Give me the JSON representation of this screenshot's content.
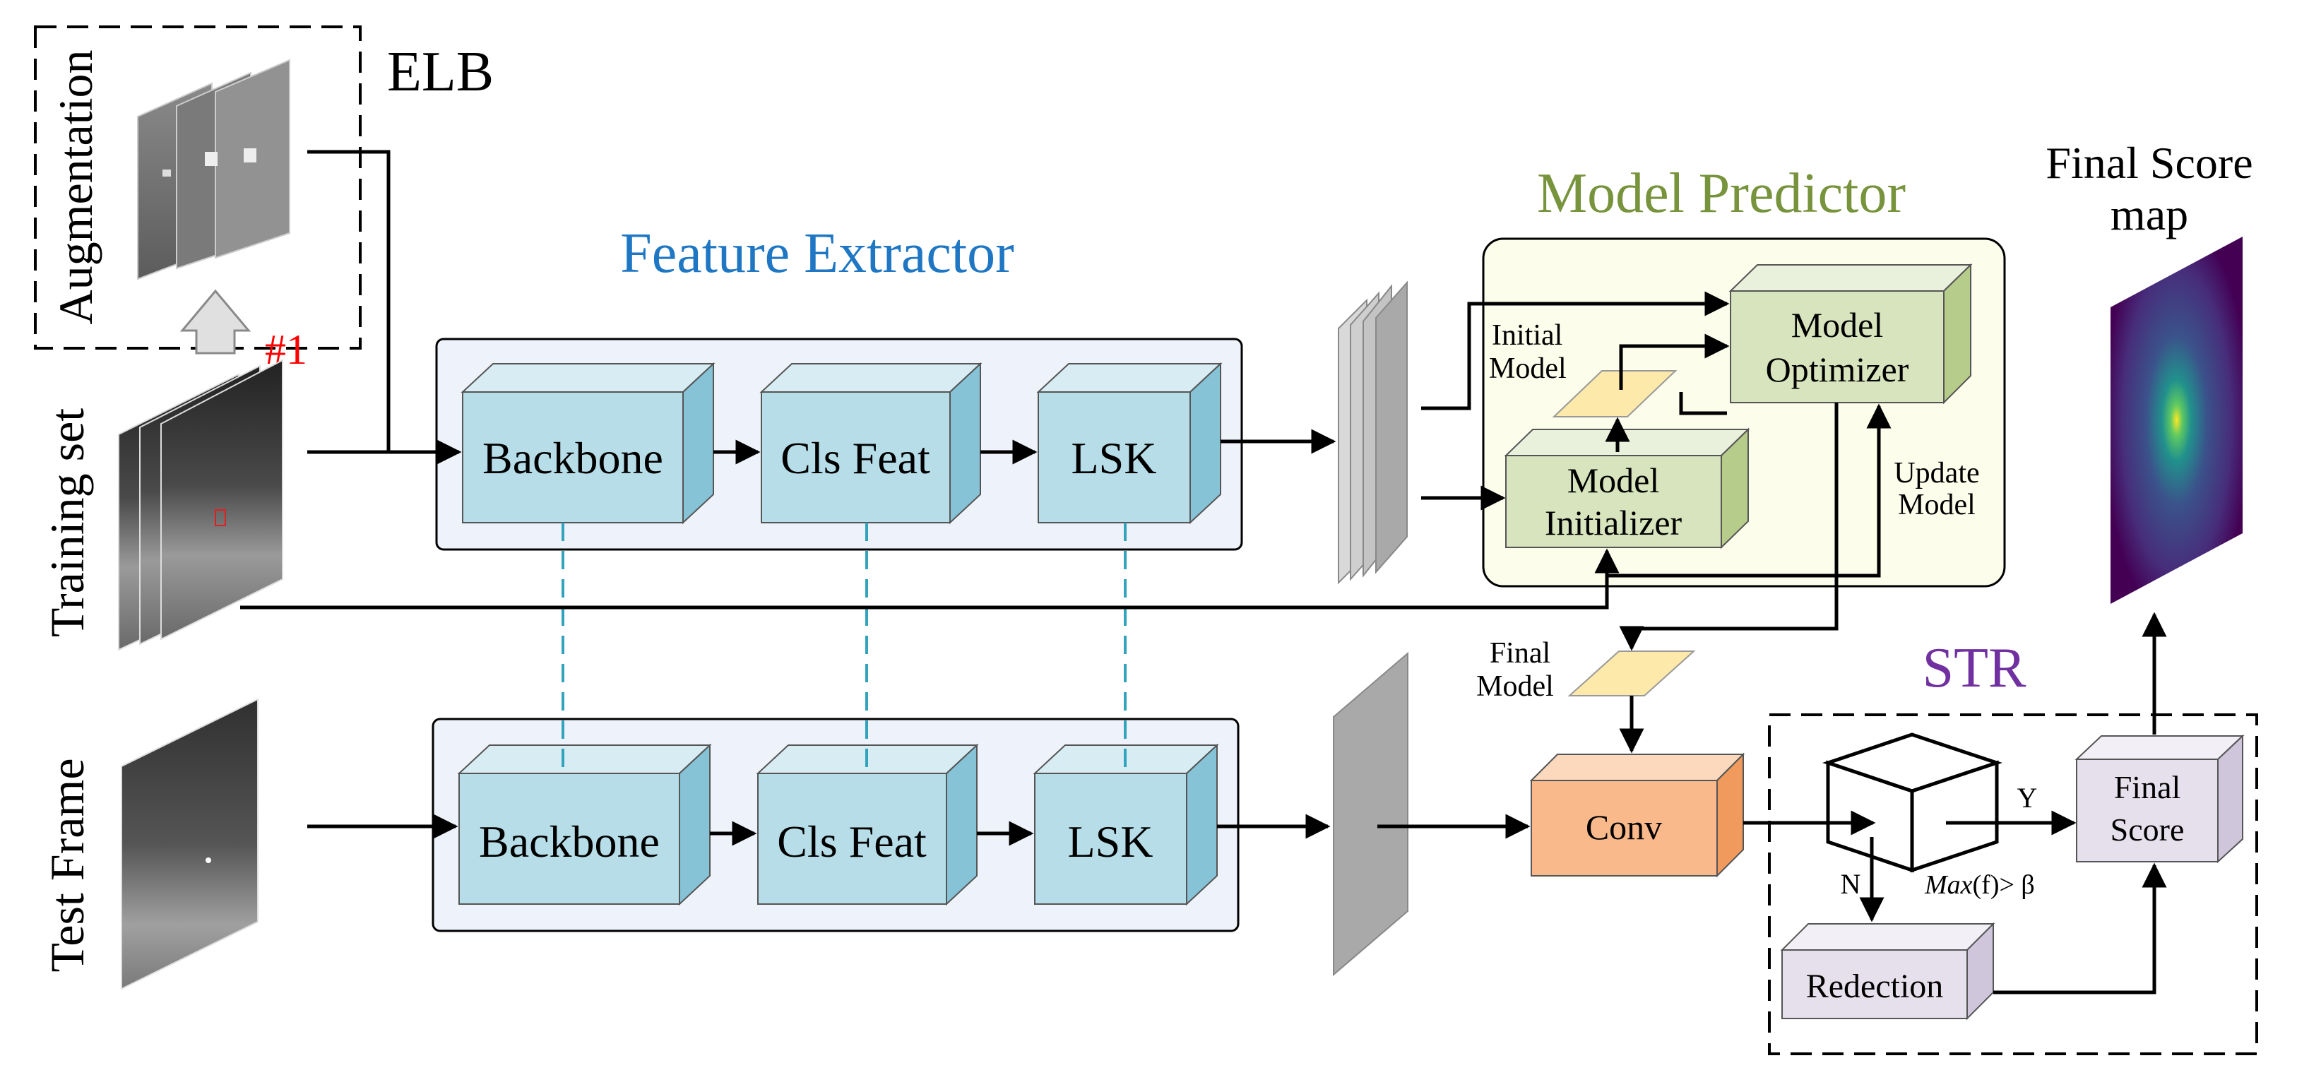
{
  "labels": {
    "elb": "ELB",
    "augmentation": "Augmentation",
    "step": "#1",
    "training_set": "Training set",
    "test_frame": "Test Frame",
    "feature_extractor": "Feature Extractor",
    "model_predictor": "Model Predictor",
    "final_score_map_line1": "Final Score",
    "final_score_map_line2": "map",
    "initial_model_line1": "Initial",
    "initial_model_line2": "Model",
    "update_model_line1": "Update",
    "update_model_line2": "Model",
    "final_model_line1": "Final",
    "final_model_line2": "Model",
    "str": "STR",
    "yes": "Y",
    "no": "N",
    "condition_fn": "Max",
    "condition_rest": "(f)> β"
  },
  "blocks": {
    "backbone_train": "Backbone",
    "clsfeat_train": "Cls Feat",
    "lsk_train": "LSK",
    "backbone_test": "Backbone",
    "clsfeat_test": "Cls Feat",
    "lsk_test": "LSK",
    "optimizer_line1": "Model",
    "optimizer_line2": "Optimizer",
    "initializer_line1": "Model",
    "initializer_line2": "Initializer",
    "conv": "Conv",
    "final_score_line1": "Final",
    "final_score_line2": "Score",
    "redection": "Redection"
  },
  "colors": {
    "feature_extractor_title": "#1f77c4",
    "model_predictor_title": "#77933c",
    "str_title": "#7030a0",
    "step_marker": "#ff0000",
    "cube_blue": "#b7dde8",
    "cube_green": "#d7e4bd",
    "cube_orange": "#f9b98b",
    "cube_lavender": "#e6e0ec",
    "panel_blue": "#eef3fb",
    "panel_yellow": "#fcfdeb",
    "model_card": "#fde9a9",
    "dashed_link": "#31a3bd"
  }
}
